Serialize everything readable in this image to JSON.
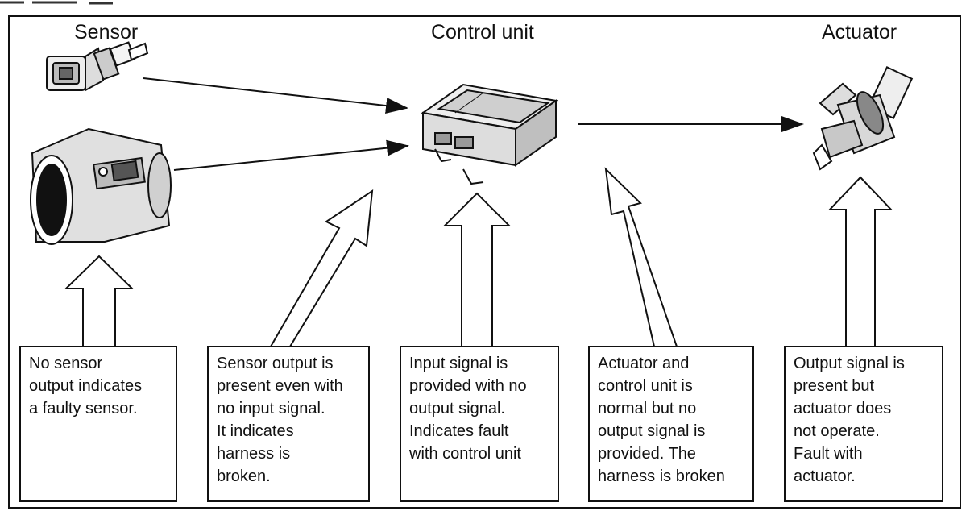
{
  "headings": {
    "sensor": "Sensor",
    "control_unit": "Control unit",
    "actuator": "Actuator"
  },
  "notes": [
    {
      "id": "faulty-sensor",
      "text": "No sensor\noutput indicates\na faulty sensor."
    },
    {
      "id": "harness-broken-input",
      "text": "Sensor output is\npresent even with\nno input signal.\nIt indicates\nharness is\nbroken."
    },
    {
      "id": "control-unit-fault",
      "text": "Input signal is\nprovided with no\noutput signal.\nIndicates fault\nwith control unit"
    },
    {
      "id": "harness-broken-output",
      "text": "Actuator and\ncontrol unit is\nnormal but no\noutput signal is\nprovided. The\nharness is broken"
    },
    {
      "id": "actuator-fault",
      "text": "Output signal is\npresent but\nactuator does\nnot operate.\nFault with\nactuator."
    }
  ],
  "colors": {
    "line": "#111111",
    "background": "#ffffff",
    "component_shade": "#cfcfcf"
  },
  "icons": [
    "temperature-sensor-icon",
    "air-flow-meter-icon",
    "control-unit-icon",
    "injector-actuator-icon"
  ]
}
